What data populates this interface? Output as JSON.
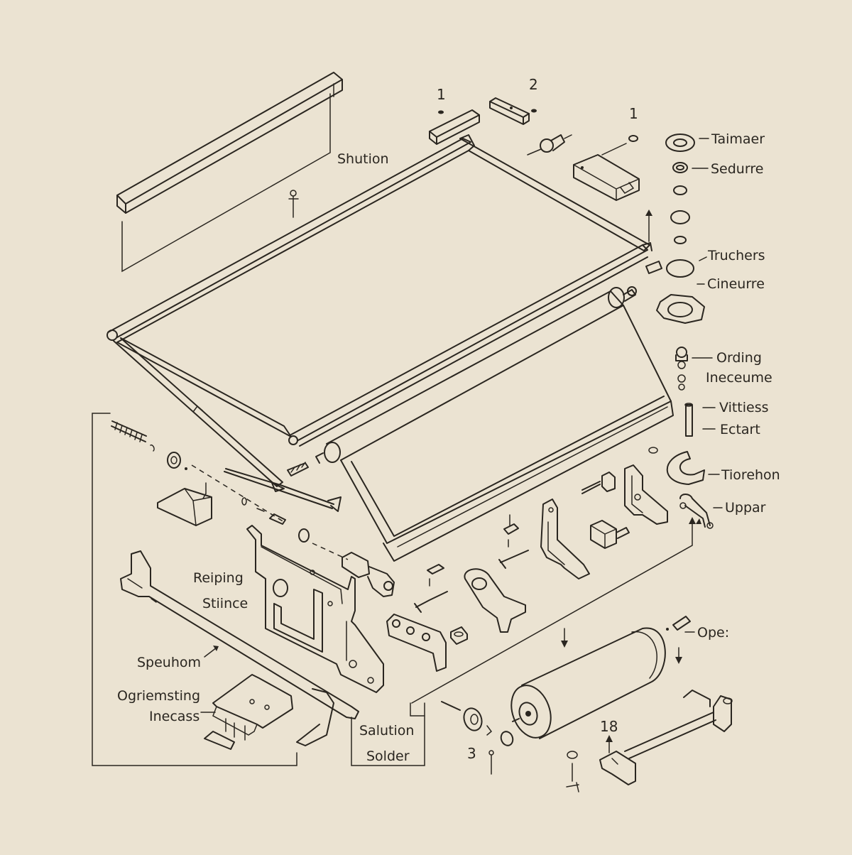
{
  "labels": {
    "shution": "Shution",
    "taimaer": "Taimaer",
    "sedurre": "Sedurre",
    "truchers": "Truchers",
    "cineurre": "Cineurre",
    "ording": "Ording",
    "ineceume": "Ineceume",
    "vittiess": "Vittiess",
    "ectart": "Ectart",
    "tiorehon": "Tiorehon",
    "uppar": "Uppar",
    "reiping": "Reiping",
    "stiince": "Stiince",
    "speuhom": "Speuhom",
    "ogriemsting": "Ogriemsting",
    "inecass": "Inecass",
    "salution": "Salution",
    "solder": "Solder",
    "opes": "Ope:"
  },
  "numbers": {
    "n1_top": "1",
    "n2_top": "2",
    "n1_right": "1",
    "n3_bottom": "3",
    "n18": "18"
  },
  "colors": {
    "background": "#ebe3d2",
    "ink": "#2a2620"
  }
}
